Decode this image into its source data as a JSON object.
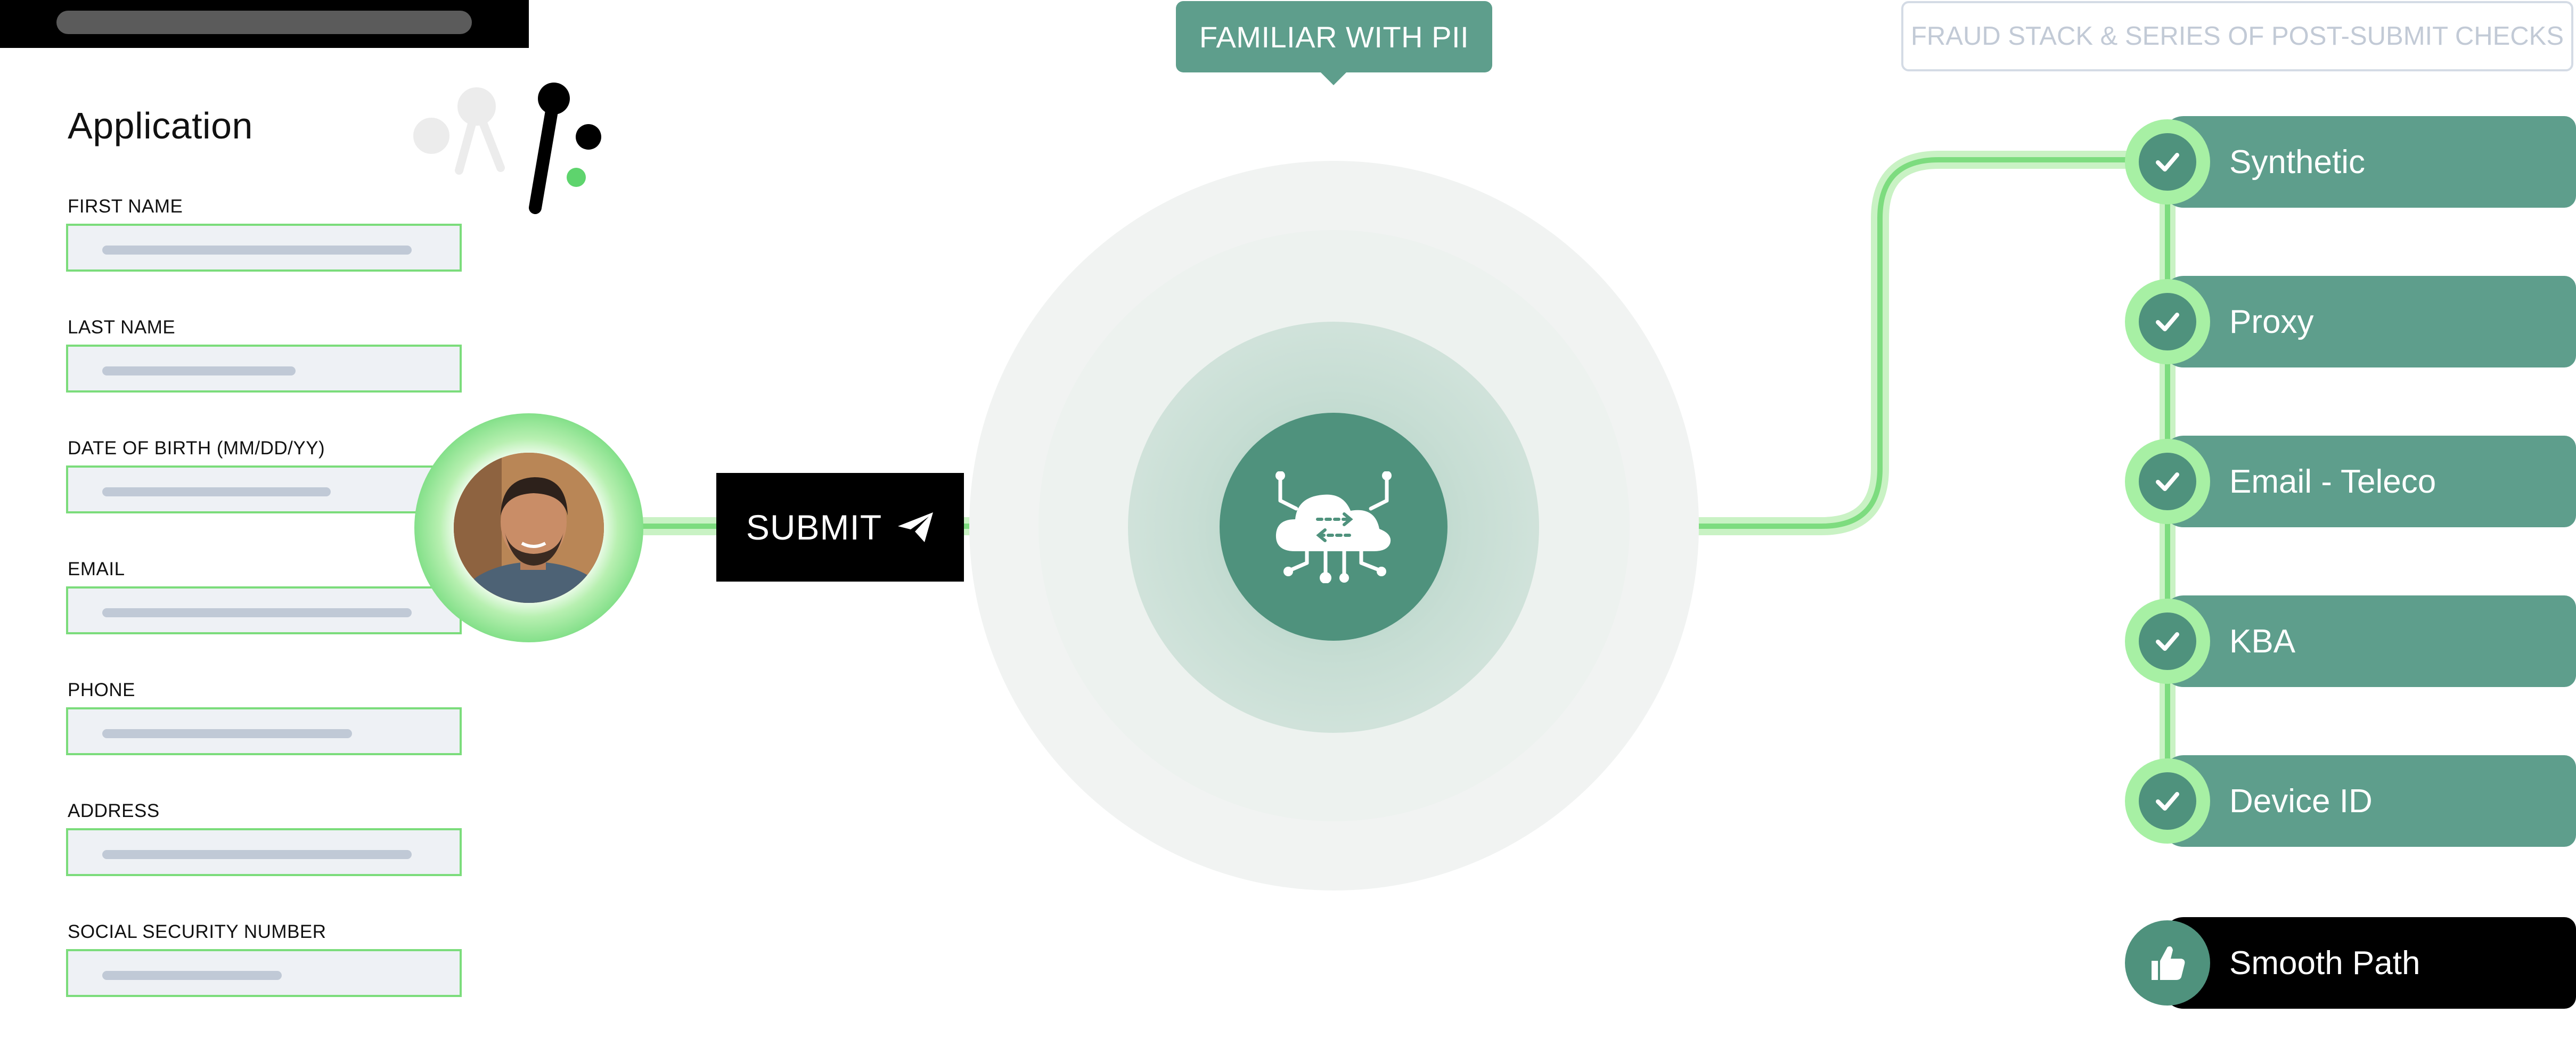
{
  "application": {
    "title": "Application",
    "fields": [
      {
        "label": "FIRST NAME",
        "fill": 0.88
      },
      {
        "label": "LAST NAME",
        "fill": 0.55
      },
      {
        "label": "DATE OF BIRTH (MM/DD/YY)",
        "fill": 0.65
      },
      {
        "label": "EMAIL",
        "fill": 0.88
      },
      {
        "label": "PHONE",
        "fill": 0.71
      },
      {
        "label": "ADDRESS",
        "fill": 0.88
      },
      {
        "label": "SOCIAL SECURITY NUMBER",
        "fill": 0.51
      }
    ]
  },
  "submit": {
    "label": "SUBMIT",
    "icon": "paper-plane-icon"
  },
  "pii_callout": "FAMILIAR WITH PII",
  "core_icon": "cloud-network-icon",
  "fraud_header": "FRAUD STACK & SERIES OF POST-SUBMIT CHECKS",
  "checks": [
    {
      "label": "Synthetic",
      "icon": "check-icon"
    },
    {
      "label": "Proxy",
      "icon": "check-icon"
    },
    {
      "label": "Email - Teleco",
      "icon": "check-icon"
    },
    {
      "label": "KBA",
      "icon": "check-icon"
    },
    {
      "label": "Device ID",
      "icon": "check-icon"
    }
  ],
  "outcome": {
    "label": "Smooth Path",
    "icon": "thumbs-up-icon"
  },
  "colors": {
    "accent_green": "#79df7c",
    "teal": "#5e9e8c",
    "core_teal": "#4f927d",
    "field_bg": "#eef1f5",
    "field_border": "#7bdc7b"
  }
}
